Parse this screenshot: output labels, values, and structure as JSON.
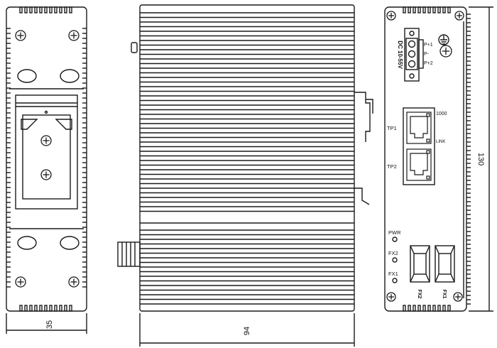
{
  "dimensions": {
    "width_side": "35",
    "depth": "94",
    "height": "130"
  },
  "front_panel": {
    "power_input": "DC 10-55V",
    "terminal_pins": [
      "P+1",
      "P-",
      "P+2"
    ],
    "port_labels": [
      "TP1",
      "TP2"
    ],
    "led_labels": [
      "1000",
      "LINK"
    ],
    "status_leds": [
      "PWR",
      "FX2",
      "FX1"
    ],
    "fiber_ports": [
      "FX2",
      "FX1"
    ]
  },
  "icons": {
    "ground": "ground-icon",
    "screw": "screw-icon"
  },
  "colors": {
    "line": "#1a1a1a",
    "background": "#ffffff"
  }
}
